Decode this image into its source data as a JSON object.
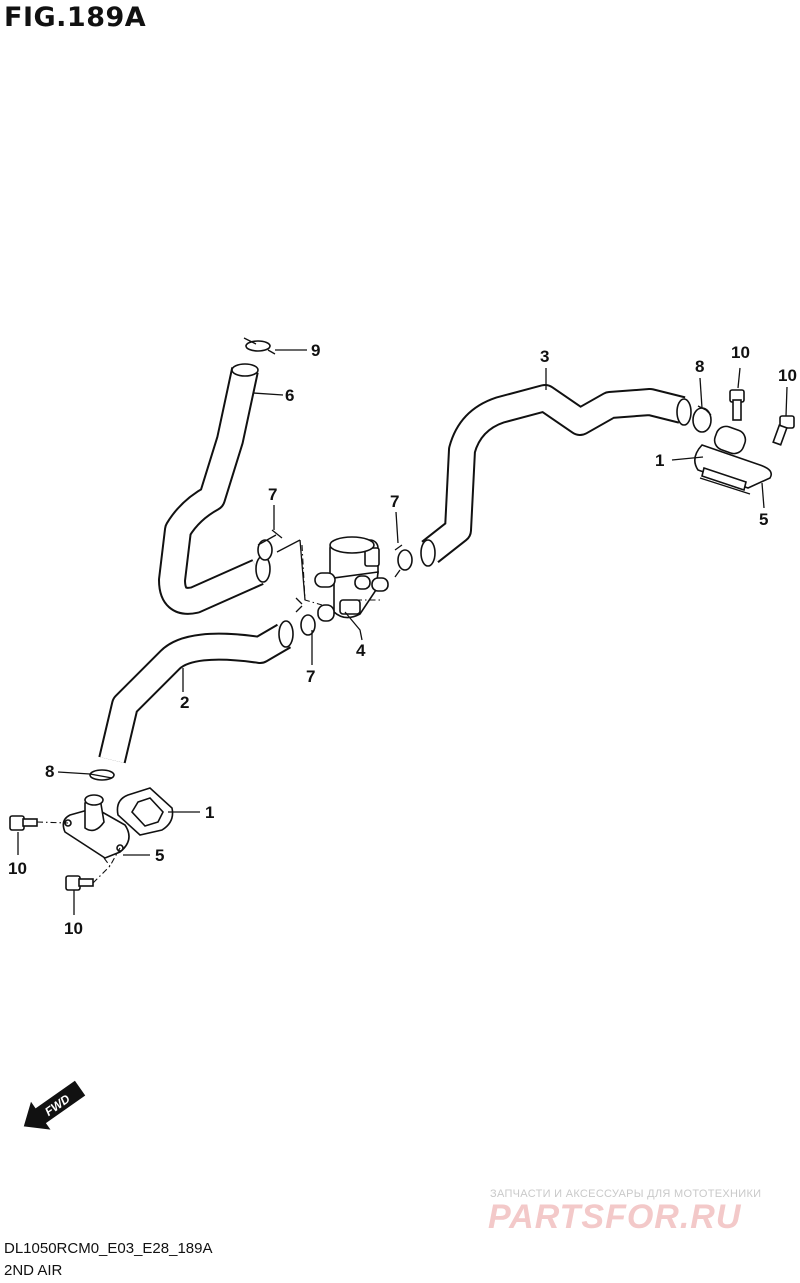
{
  "figure": {
    "title": "FIG.189A"
  },
  "callouts": {
    "c1a": "1",
    "c1b": "1",
    "c2": "2",
    "c3": "3",
    "c4": "4",
    "c5a": "5",
    "c5b": "5",
    "c6": "6",
    "c7a": "7",
    "c7b": "7",
    "c7c": "7",
    "c8a": "8",
    "c8b": "8",
    "c9": "9",
    "c10a": "10",
    "c10b": "10",
    "c10c": "10",
    "c10d": "10"
  },
  "fwd_arrow": {
    "label": "FWD"
  },
  "footer": {
    "code": "DL1050RCM0_E03_E28_189A",
    "name": "2ND AIR"
  },
  "watermark": {
    "tagline": "ЗАПЧАСТИ И АКСЕССУАРЫ ДЛЯ МОТОТЕХНИКИ",
    "brand": "PARTSFOR.RU"
  }
}
